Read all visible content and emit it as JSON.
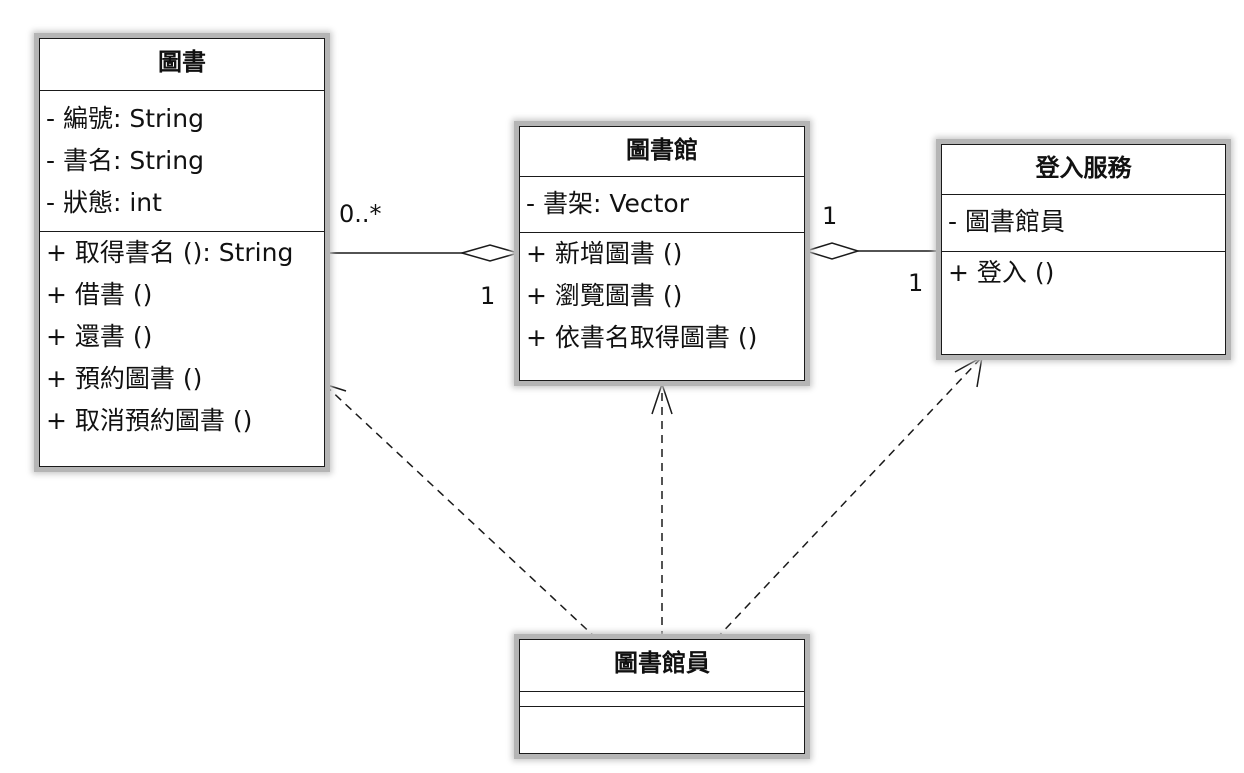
{
  "classes": {
    "book": {
      "name": "圖書",
      "attributes": [
        "- 編號: String",
        "- 書名: String",
        "- 狀態: int"
      ],
      "operations": [
        "+ 取得書名 (): String",
        "+ 借書 ()",
        "+ 還書 ()",
        "+ 預約圖書 ()",
        "+ 取消預約圖書 ()"
      ]
    },
    "library": {
      "name": "圖書館",
      "attributes": [
        "- 書架: Vector"
      ],
      "operations": [
        "+ 新增圖書 ()",
        "+ 瀏覽圖書 ()",
        "+ 依書名取得圖書 ()"
      ]
    },
    "login": {
      "name": "登入服務",
      "attributes": [
        "- 圖書館員"
      ],
      "operations": [
        "+ 登入 ()"
      ]
    },
    "librarian": {
      "name": "圖書館員",
      "attributes": [],
      "operations": []
    }
  },
  "associations": {
    "book_library": {
      "book_end": "0..*",
      "library_end": "1"
    },
    "library_login": {
      "library_end": "1",
      "login_end": "1"
    }
  }
}
